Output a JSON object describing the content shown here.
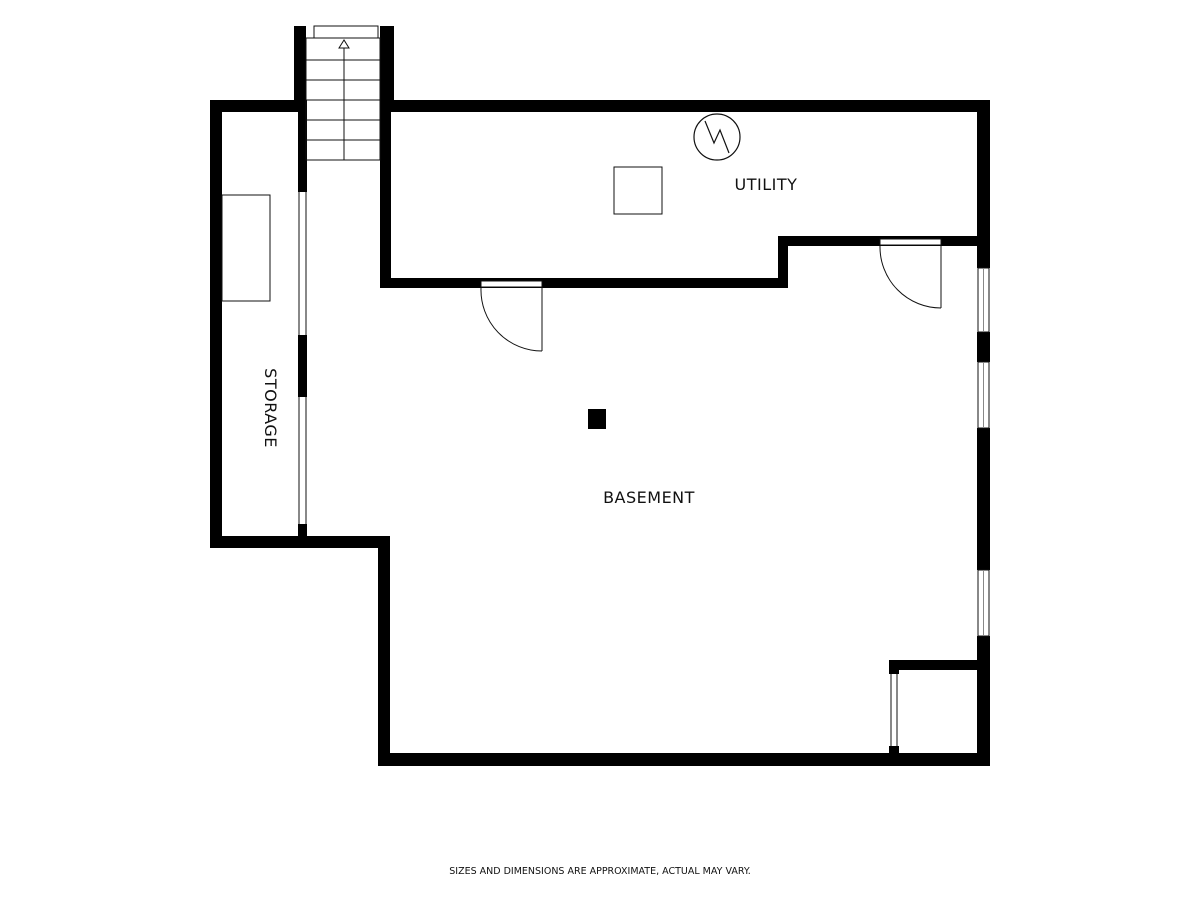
{
  "plan": {
    "rooms": {
      "utility": "UTILITY",
      "storage": "STORAGE",
      "basement": "BASEMENT"
    },
    "disclaimer": "SIZES AND DIMENSIONS ARE APPROXIMATE, ACTUAL MAY VARY.",
    "colors": {
      "wall": "#000000",
      "background": "#ffffff",
      "fixture_line": "#111111",
      "window_line": "#888888"
    },
    "icons": [
      "stair-direction-arrow-icon",
      "water-heater-icon",
      "support-column-icon"
    ]
  }
}
